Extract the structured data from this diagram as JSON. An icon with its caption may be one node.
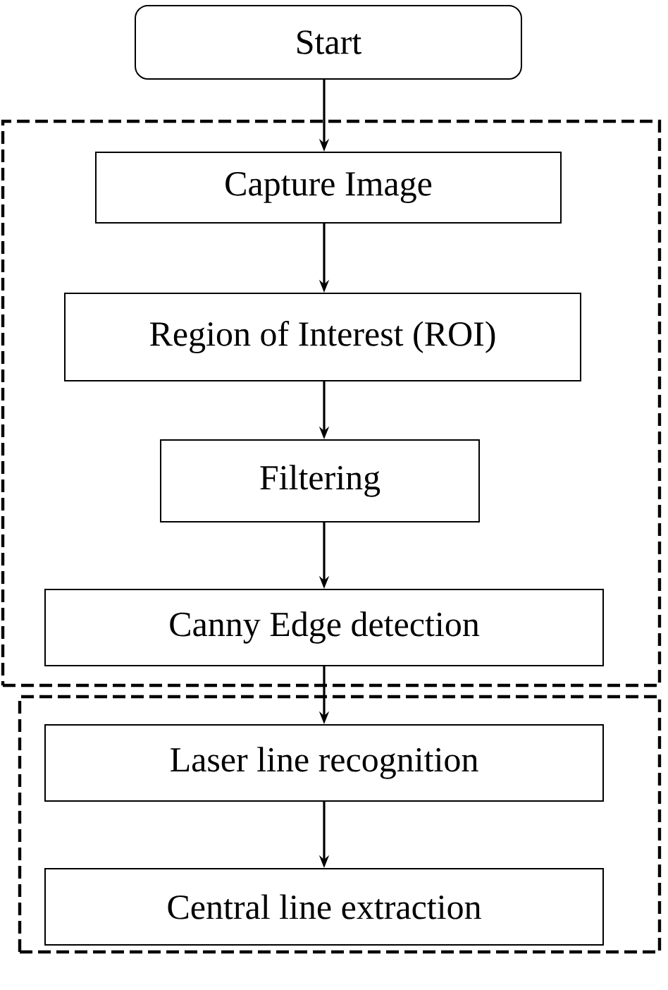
{
  "diagram": {
    "nodes": [
      {
        "text": [
          "Start"
        ]
      },
      {
        "text": [],
        "shape": "box"
      },
      {
        "text": [
          "Capture Image"
        ],
        "in": 1
      },
      {
        "text": [
          "Region of Interest (ROI)"
        ],
        "in": 1
      },
      {
        "text": [
          "Filtering"
        ],
        "in": 1
      },
      {
        "text": [
          "Canny Edge detection"
        ],
        "in": 1
      },
      {
        "text": [],
        "shape": "box"
      },
      {
        "text": [
          "Laser line recognition"
        ],
        "in": 6
      },
      {
        "text": [
          "Central line extraction"
        ],
        "in": 6
      }
    ],
    "edges": [
      {
        "from": 0,
        "to": 2,
        "arrow": "to"
      },
      {
        "from": 2,
        "to": 3,
        "arrow": "to"
      },
      {
        "from": 3,
        "to": 4,
        "arrow": "to"
      },
      {
        "from": 4,
        "to": 5,
        "arrow": "to"
      },
      {
        "from": 5,
        "to": 7,
        "arrow": "to"
      },
      {
        "from": 7,
        "to": 8,
        "arrow": "to"
      }
    ]
  }
}
